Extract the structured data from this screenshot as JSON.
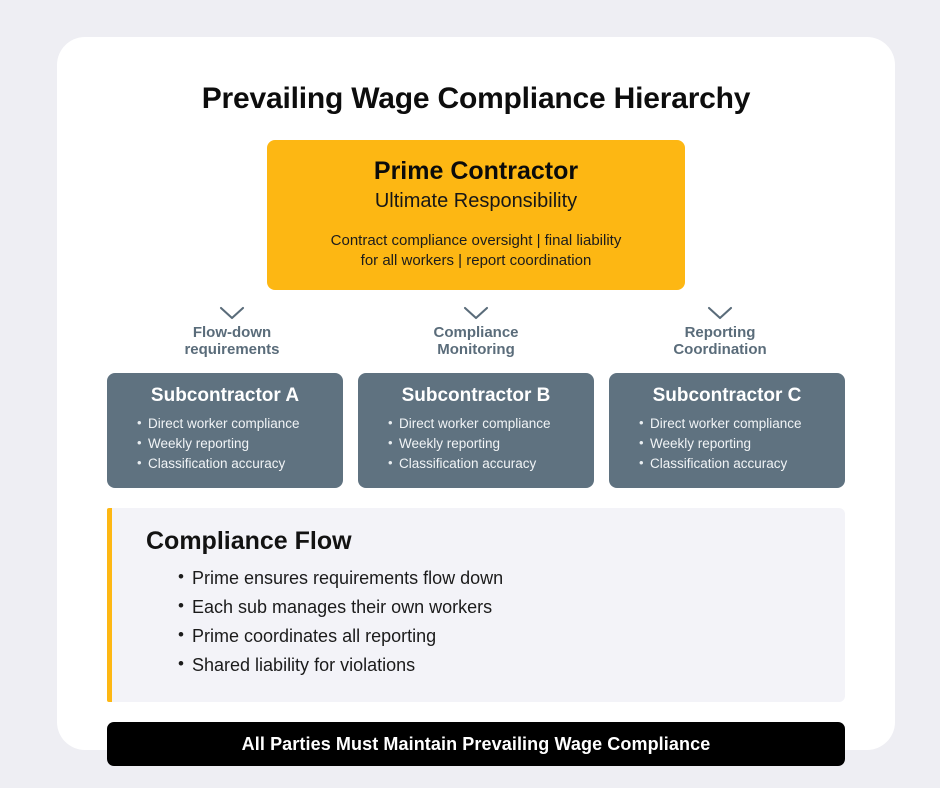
{
  "title": "Prevailing Wage Compliance Hierarchy",
  "prime": {
    "name": "Prime Contractor",
    "role": "Ultimate Responsibility",
    "details": "Contract compliance oversight | final liability\nfor all workers | report coordination"
  },
  "connectors": [
    {
      "icon": "chevron-down-icon",
      "label": "Flow-down\nrequirements"
    },
    {
      "icon": "chevron-down-icon",
      "label": "Compliance\nMonitoring"
    },
    {
      "icon": "chevron-down-icon",
      "label": "Reporting\nCoordination"
    }
  ],
  "subcontractors": [
    {
      "name": "Subcontractor A",
      "items": [
        "Direct worker compliance",
        "Weekly reporting",
        "Classification accuracy"
      ]
    },
    {
      "name": "Subcontractor B",
      "items": [
        "Direct worker compliance",
        "Weekly reporting",
        "Classification accuracy"
      ]
    },
    {
      "name": "Subcontractor C",
      "items": [
        "Direct worker compliance",
        "Weekly reporting",
        "Classification accuracy"
      ]
    }
  ],
  "flow": {
    "heading": "Compliance Flow",
    "items": [
      "Prime ensures requirements flow down",
      "Each sub manages their own workers",
      "Prime coordinates all reporting",
      "Shared liability for violations"
    ]
  },
  "footer": {
    "text": "All Parties Must Maintain Prevailing Wage Compliance"
  },
  "colors": {
    "accent_amber": "#FDB713",
    "slate_card": "#5F7280",
    "panel_bg": "#F3F3F8",
    "page_bg": "#EEEEF3",
    "banner_bg": "#000000",
    "connector_text": "#5A6C7A"
  }
}
